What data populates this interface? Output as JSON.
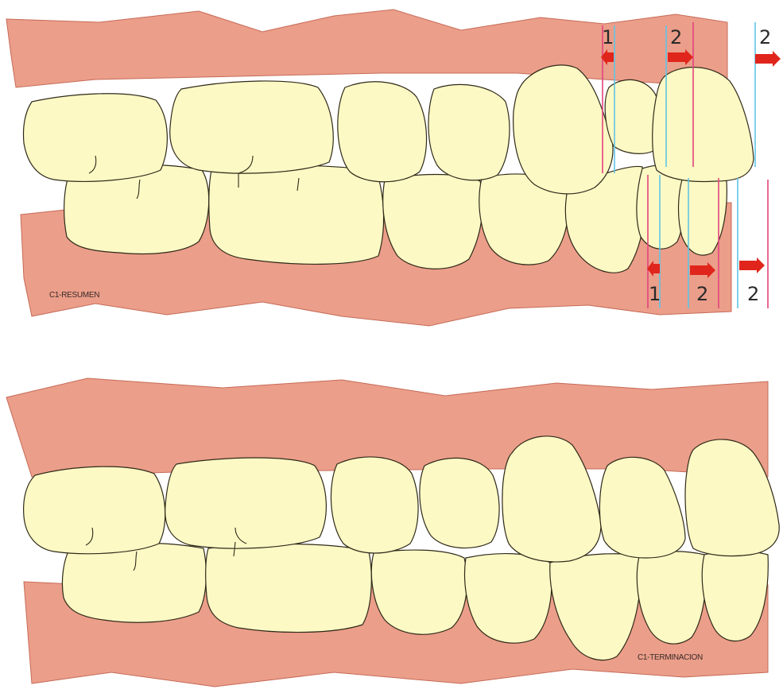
{
  "panels": {
    "top": {
      "caption": "C1-RESUMEN",
      "upper_markers": [
        {
          "label": "1",
          "direction": "left"
        },
        {
          "label": "2",
          "direction": "right"
        },
        {
          "label": "2",
          "direction": "right"
        }
      ],
      "lower_markers": [
        {
          "label": "1",
          "direction": "left"
        },
        {
          "label": "2",
          "direction": "right"
        },
        {
          "label": "2",
          "direction": "right"
        }
      ]
    },
    "bottom": {
      "caption": "C1-TERMINACION"
    }
  },
  "colors": {
    "gum": "#eb9e89",
    "tooth": "#fdf9c4",
    "arrow": "#e0261c",
    "line_pink": "#e2437e",
    "line_blue": "#5fc4e6"
  }
}
